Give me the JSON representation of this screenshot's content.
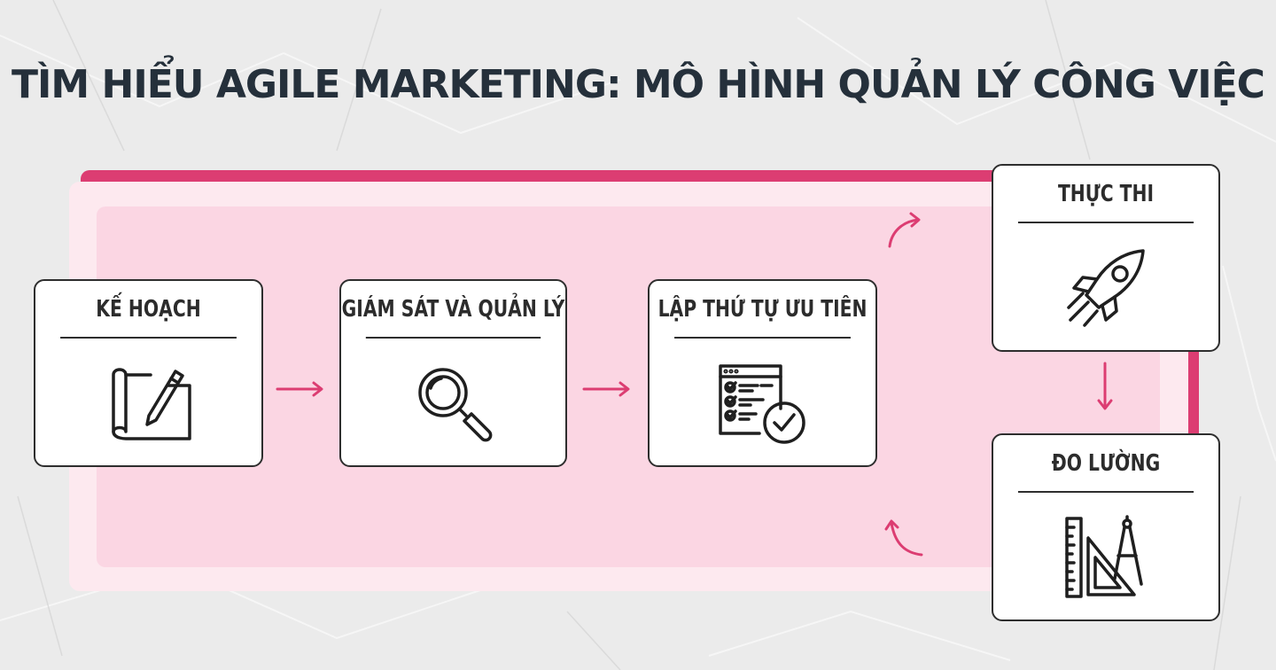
{
  "title": "TÌM HIỂU AGILE MARKETING: MÔ HÌNH QUẢN LÝ CÔNG VIỆC",
  "steps": [
    {
      "label": "KẾ HOẠCH",
      "icon": "blueprint-pencil-icon"
    },
    {
      "label": "GIÁM SÁT VÀ QUẢN LÝ",
      "icon": "magnifier-icon"
    },
    {
      "label": "LẬP THỨ TỰ ƯU TIÊN",
      "icon": "checklist-icon"
    },
    {
      "label": "THỰC THI",
      "icon": "rocket-icon"
    },
    {
      "label": "ĐO LƯỜNG",
      "icon": "ruler-compass-icon"
    }
  ],
  "colors": {
    "accent": "#dc3d72",
    "frame_outer": "#fde9ef",
    "frame_inner": "#fbd6e3",
    "title": "#25303b",
    "card_border": "#2e2e2e",
    "background": "#ececec"
  }
}
